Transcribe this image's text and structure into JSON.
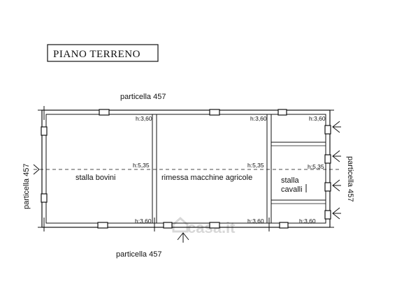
{
  "title": "PIANO TERRENO",
  "adjacent_labels": {
    "top": "particella 457",
    "bottom": "particella 457",
    "left": "particella 457",
    "right": "particella 457"
  },
  "rooms": {
    "stalla_bovini": "stalla bovini",
    "rimessa": "rimessa macchine agricole",
    "stalla_cavalli_line1": "stalla",
    "stalla_cavalli_line2": "cavalli"
  },
  "heights": {
    "bovini_top": "h:3,60",
    "bovini_mid": "h:5,35",
    "bovini_bottom": "h:3,60",
    "rimessa_top": "h:3,60",
    "rimessa_mid": "h:5,35",
    "rimessa_bottom": "h:3,60",
    "cavalli_top": "h:3,60",
    "cavalli_mid": "h:5,35",
    "cavalli_bottom": "h:3,60"
  },
  "watermark": "casa.it",
  "colors": {
    "line": "#111111",
    "watermark": "#d8d8d8"
  }
}
